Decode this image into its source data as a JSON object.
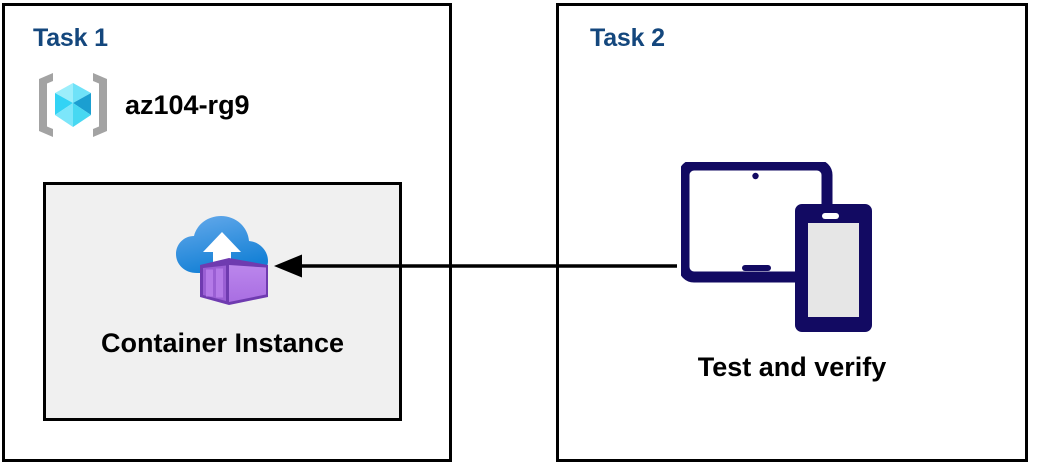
{
  "diagram": {
    "type": "architecture-flow",
    "background_color": "#ffffff",
    "panels": [
      {
        "id": "task1",
        "title": "Task 1",
        "title_color": "#14477d",
        "border_color": "#000000",
        "resource_group": {
          "icon": "azure-resource-group-icon",
          "label": "az104-rg9",
          "icon_colors": {
            "bracket": "#a3a3a3",
            "cube_light": "#9ceefb",
            "cube_mid": "#32d3f5",
            "cube_dark": "#1b9fd1"
          }
        },
        "resource_box": {
          "icon": "azure-container-instance-icon",
          "label": "Container Instance",
          "fill_color": "#f0f0f0",
          "border_color": "#000000",
          "icon_colors": {
            "cloud_top": "#5aa2e8",
            "cloud_bottom": "#1b84d8",
            "arrow": "#ffffff",
            "container_face": "#b47ae8",
            "container_dark": "#6f3bb0",
            "container_side": "#9a5fd4"
          }
        }
      },
      {
        "id": "task2",
        "title": "Task 2",
        "title_color": "#14477d",
        "border_color": "#000000",
        "devices": {
          "icon": "tablet-and-phone-devices-icon",
          "label": "Test and verify",
          "icon_colors": {
            "frame": "#120a62",
            "screen": "#e6e6e6",
            "tablet_screen": "#ffffff"
          }
        }
      }
    ],
    "connector": {
      "name": "flow-arrow",
      "direction": "right-to-left",
      "from": "Test and verify",
      "to": "Container Instance",
      "color": "#000000"
    }
  }
}
